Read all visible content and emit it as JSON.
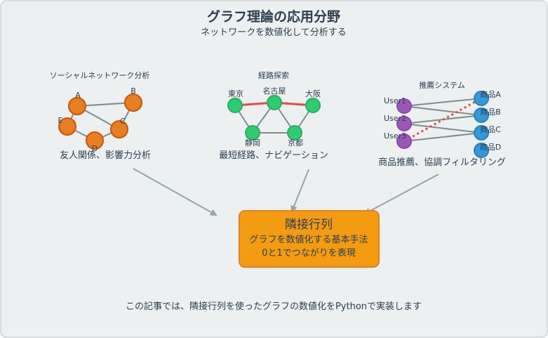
{
  "header": {
    "title": "グラフ理論の応用分野",
    "subtitle": "ネットワークを数値化して分析する"
  },
  "social": {
    "label": "ソーシャルネットワーク分析",
    "nodes": [
      "A",
      "B",
      "C",
      "D",
      "E"
    ],
    "description": "友人関係、影響力分析"
  },
  "route": {
    "label": "経路探索",
    "nodes": [
      "東京",
      "名古屋",
      "大阪",
      "静岡",
      "京都"
    ],
    "description": "最短経路、ナビゲーション"
  },
  "recommend": {
    "label": "推薦システム",
    "users": [
      "User1",
      "User2",
      "User3"
    ],
    "items": [
      "商品A",
      "商品B",
      "商品C",
      "商品D"
    ],
    "description": "商品推薦、協調フィルタリング"
  },
  "center": {
    "title": "隣接行列",
    "line1": "グラフを数値化する基本手法",
    "line2": "0と1でつながりを表現"
  },
  "footer": {
    "text": "この記事では、隣接行列を使ったグラフの数値化をPythonで実装します"
  },
  "colors": {
    "background": "#ecf0f1",
    "social_node": "#e67e22",
    "route_node": "#2ecc71",
    "route_highlight": "#e74c3c",
    "user_node": "#9b59b6",
    "item_node": "#3498db",
    "center_box": "#f39c12",
    "edge": "#7f8c8d",
    "text": "#2c3e50"
  }
}
